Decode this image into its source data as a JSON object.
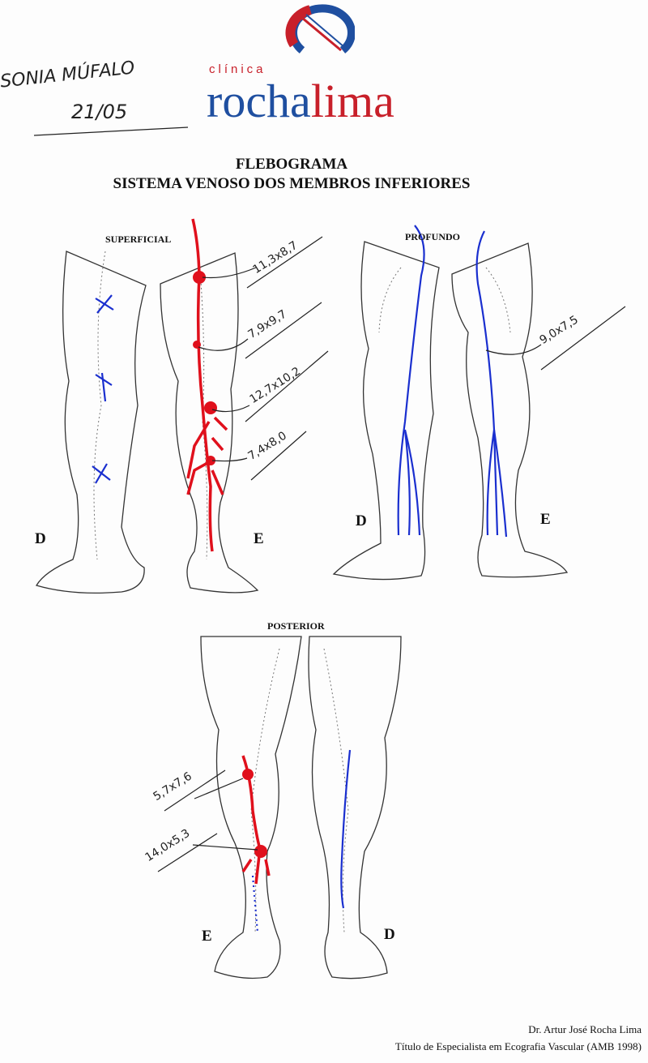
{
  "header": {
    "patient_name": "SONIA MÚFALO",
    "date": "21/05",
    "logo": {
      "small": "clínica",
      "part1": "rocha",
      "part2": "lima",
      "red": "#c8202a",
      "blue": "#1f4fa0"
    }
  },
  "title": {
    "line1": "FLEBOGRAMA",
    "line2": "SISTEMA VENOSO DOS MEMBROS INFERIORES"
  },
  "views": {
    "superficial": {
      "label": "SUPERFICIAL",
      "right_leg": "D",
      "left_leg": "E",
      "measurements": [
        "11,3x8,7",
        "7,9x9,7",
        "12,7x10,2",
        "7,4x8,0"
      ]
    },
    "profundo": {
      "label": "PROFUNDO",
      "right_leg": "D",
      "left_leg": "E",
      "measurements": [
        "9,0x7,5"
      ]
    },
    "posterior": {
      "label": "POSTERIOR",
      "left_leg": "E",
      "right_leg": "D",
      "measurements": [
        "5,7x7,6",
        "14,0x5,3"
      ]
    }
  },
  "footer": {
    "doctor": "Dr. Artur José Rocha Lima",
    "credential": "Título de Especialista em Ecografia Vascular (AMB 1998)"
  },
  "colors": {
    "pathology": "#e0101c",
    "deep_vein": "#1a2fcf"
  }
}
